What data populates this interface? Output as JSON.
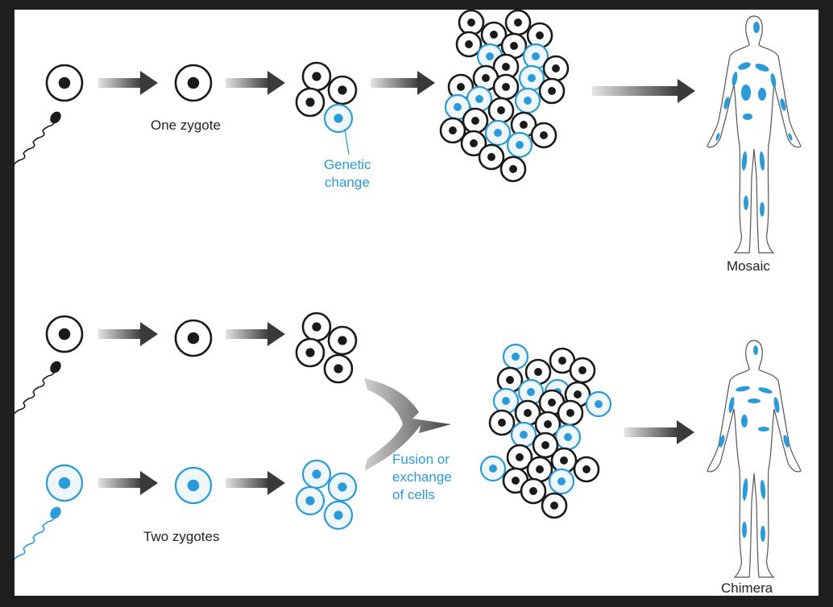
{
  "labels": {
    "one_zygote": "One zygote",
    "genetic_change": [
      "Genetic",
      "change"
    ],
    "mosaic": "Mosaic",
    "fusion": [
      "Fusion or",
      "exchange",
      "of cells"
    ],
    "two_zygotes": "Two zygotes",
    "chimera": "Chimera"
  },
  "colors": {
    "normal_cell": "#1a1a1a",
    "changed_cell": "#2b9ad8",
    "background": "#ffffff",
    "frame": "#1e1e1e"
  }
}
